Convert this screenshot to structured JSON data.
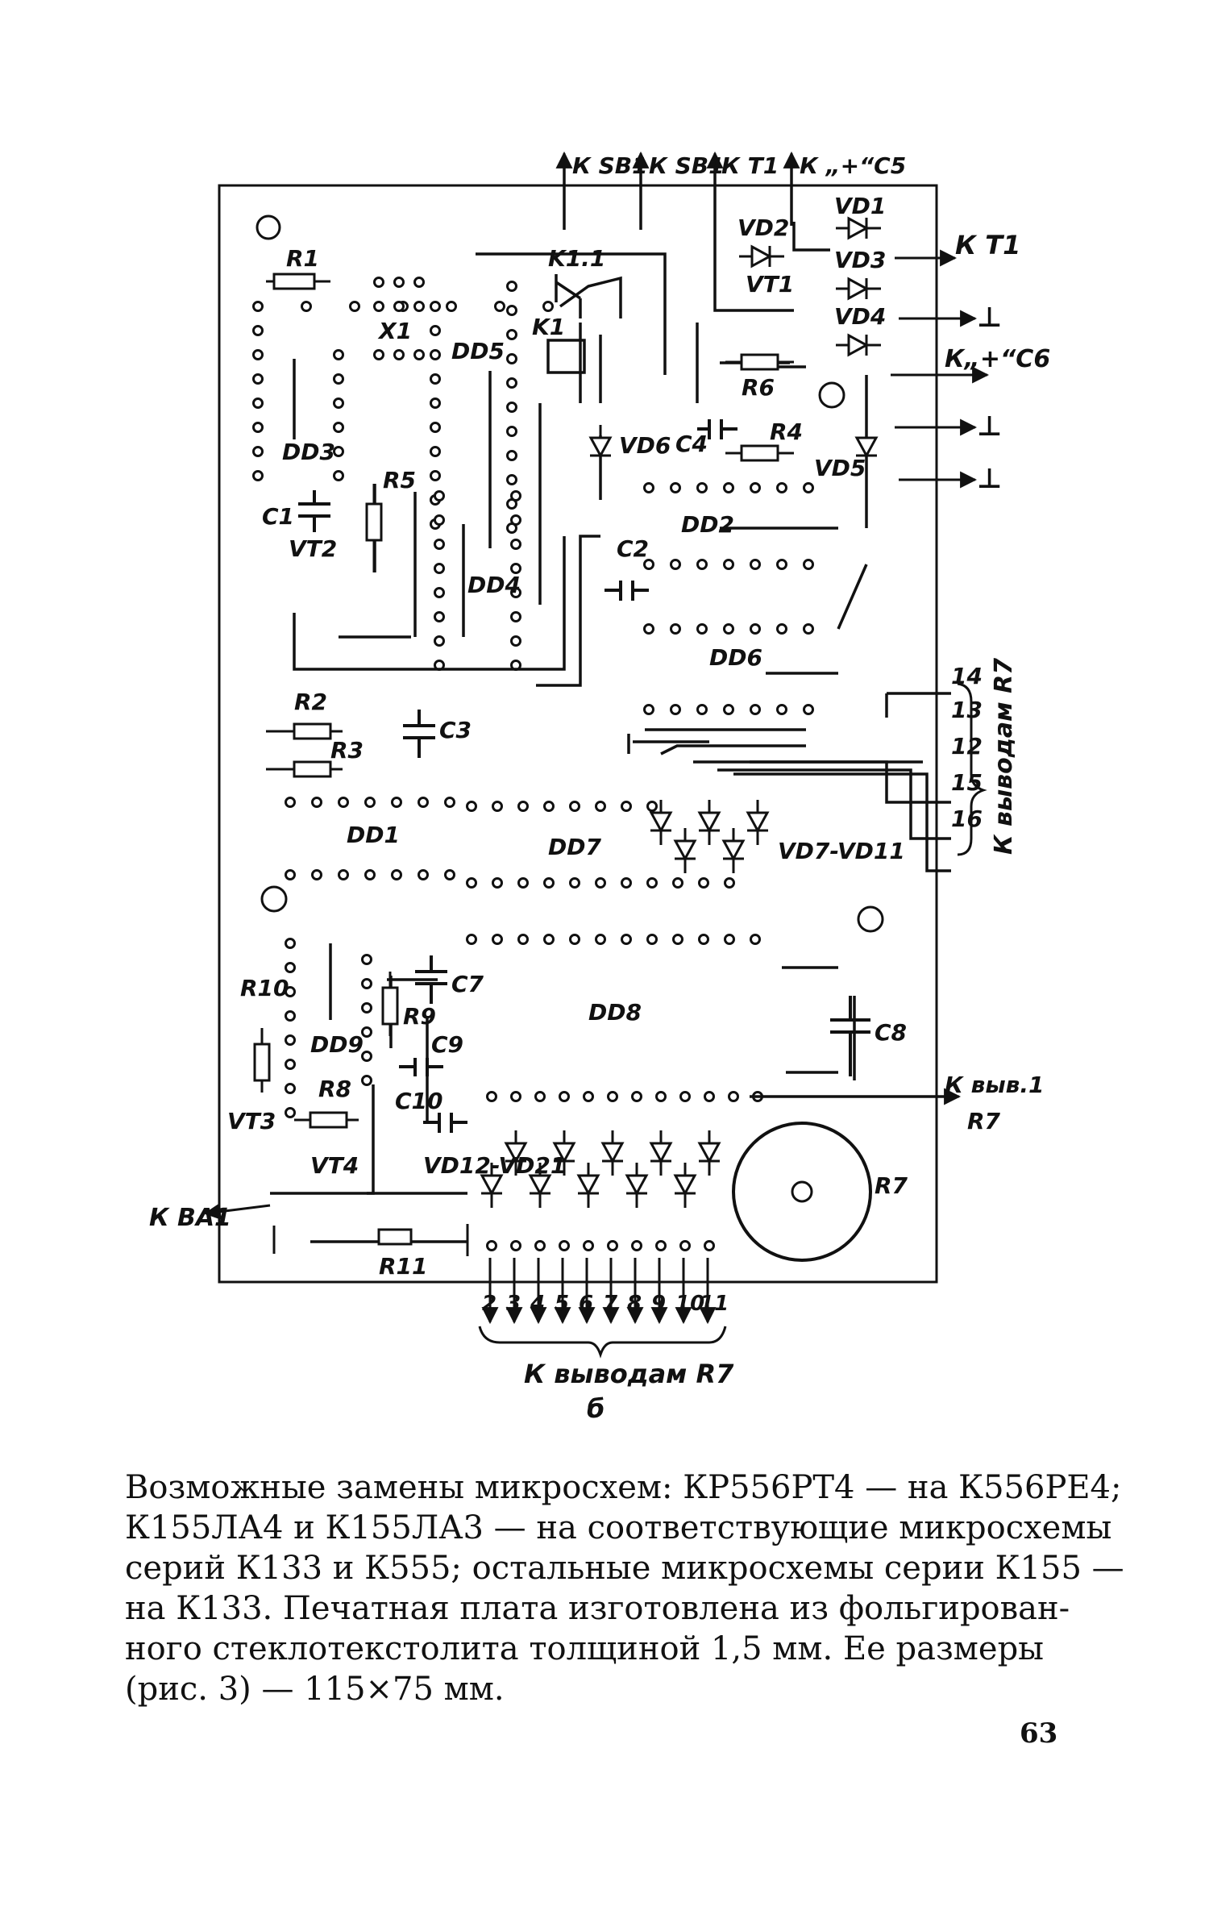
{
  "figure": {
    "top_connectors": [
      "К SB1",
      "К SB1",
      "К Т1",
      "К „+“С5"
    ],
    "right_connectors": {
      "kt1": "К Т1",
      "ground": "⊥",
      "kc6": "К„+“С6",
      "k_vyv1": "К выв.1",
      "r7": "R7"
    },
    "left_connector": "К ВА1",
    "bottom_note": "К выводам R7",
    "bottom_letter": "б",
    "bottom_pins": [
      "2",
      "3",
      "4",
      "5",
      "6",
      "7",
      "8",
      "9",
      "10",
      "11"
    ],
    "right_bracket_label": "К выводам R7",
    "right_pins": [
      "14",
      "13",
      "12",
      "15",
      "16"
    ],
    "components": [
      {
        "id": "R1",
        "label": "R1"
      },
      {
        "id": "R2",
        "label": "R2"
      },
      {
        "id": "R3",
        "label": "R3"
      },
      {
        "id": "R4",
        "label": "R4"
      },
      {
        "id": "R5",
        "label": "R5"
      },
      {
        "id": "R6",
        "label": "R6"
      },
      {
        "id": "R7",
        "label": "R7"
      },
      {
        "id": "R8",
        "label": "R8"
      },
      {
        "id": "R9",
        "label": "R9"
      },
      {
        "id": "R10",
        "label": "R10"
      },
      {
        "id": "R11",
        "label": "R11"
      },
      {
        "id": "C1",
        "label": "C1"
      },
      {
        "id": "C2",
        "label": "C2"
      },
      {
        "id": "C3",
        "label": "C3"
      },
      {
        "id": "C4",
        "label": "C4"
      },
      {
        "id": "C7",
        "label": "C7"
      },
      {
        "id": "C8",
        "label": "C8"
      },
      {
        "id": "C9",
        "label": "C9"
      },
      {
        "id": "C10",
        "label": "C10"
      },
      {
        "id": "DD1",
        "label": "DD1"
      },
      {
        "id": "DD2",
        "label": "DD2"
      },
      {
        "id": "DD3",
        "label": "DD3"
      },
      {
        "id": "DD4",
        "label": "DD4"
      },
      {
        "id": "DD5",
        "label": "DD5"
      },
      {
        "id": "DD6",
        "label": "DD6"
      },
      {
        "id": "DD7",
        "label": "DD7"
      },
      {
        "id": "DD8",
        "label": "DD8"
      },
      {
        "id": "DD9",
        "label": "DD9"
      },
      {
        "id": "VD1",
        "label": "VD1"
      },
      {
        "id": "VD2",
        "label": "VD2"
      },
      {
        "id": "VD3",
        "label": "VD3"
      },
      {
        "id": "VD4",
        "label": "VD4"
      },
      {
        "id": "VD5",
        "label": "VD5"
      },
      {
        "id": "VD6",
        "label": "VD6"
      },
      {
        "id": "VD7-VD11",
        "label": "VD7-VD11"
      },
      {
        "id": "VD12-VD21",
        "label": "VD12-VD21"
      },
      {
        "id": "VT1",
        "label": "VT1"
      },
      {
        "id": "VT2",
        "label": "VT2"
      },
      {
        "id": "VT3",
        "label": "VT3"
      },
      {
        "id": "VT4",
        "label": "VT4"
      },
      {
        "id": "K1",
        "label": "K1"
      },
      {
        "id": "K1.1",
        "label": "K1.1"
      },
      {
        "id": "X1",
        "label": "X1"
      }
    ]
  },
  "caption": {
    "lines": [
      "Возможные замены микросхем: КР556РТ4 — на К556РЕ4;",
      "К155ЛА4 и К155ЛА3 — на соответствующие микросхемы",
      "серий К133 и К555; остальные микросхемы серии К155 —",
      "на К133. Печатная плата изготовлена из фольгирован-",
      "ного стеклотекстолита толщиной 1,5 мм. Ее размеры",
      "(рис. 3) — 115×75 мм."
    ]
  },
  "page_number": "63"
}
